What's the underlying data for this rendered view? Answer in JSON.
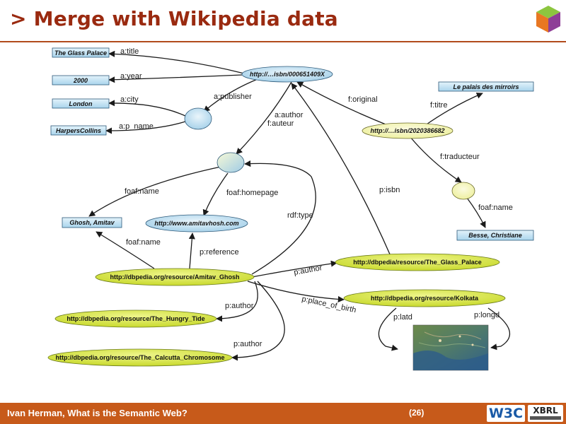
{
  "slide": {
    "title_prefix": ">",
    "title": "Merge with Wikipedia data",
    "footer_left": "Ivan Herman, What is the Semantic Web?",
    "page_number": "(26)",
    "w3c_logo_text": "W3C",
    "xbrl_logo_text": "XBRL"
  },
  "colors": {
    "title": "#9a2a10",
    "footer_bar": "#c75a1a",
    "literal_fill": "#bfe0f2",
    "blank_node": "#cfe6f5",
    "dbpedia_node": "#d8e84a"
  },
  "literals": {
    "glass_palace": "The Glass Palace",
    "year": "2000",
    "london": "London",
    "harpercollins": "HarpersCollins",
    "palais": "Le palais des mirroirs",
    "ghosh": "Ghosh, Amitav",
    "besse": "Besse, Christiane"
  },
  "uris": {
    "isbn_en": "http://…isbn/000651409X",
    "isbn_fr": "http://…isbn/2020386682",
    "homepage": "http://www.amitavhosh.com",
    "amitav": "http://dbpedia.org/resource/Amitav_Ghosh",
    "glass_palace": "http://dbpedia/resource/The_Glass_Palace",
    "kolkata": "http://dbpedia.org/resource/Kolkata",
    "hungry_tide": "http://dbpedia.org/resource/The_Hungry_Tide",
    "calcutta": "http://dbpedia.org/resource/The_Calcutta_Chromosome"
  },
  "edges": {
    "title": "a:title",
    "year": "a:year",
    "city": "a:city",
    "p_name": "a:p_name",
    "publisher": "a:publisher",
    "author_en": "a:author",
    "auteur_fr": "f:auteur",
    "original": "f:original",
    "titre": "f:titre",
    "traducteur": "f:traducteur",
    "foaf_name_fr": "foaf:name",
    "foaf_name_author": "foaf:name",
    "foaf_homepage": "foaf:homepage",
    "rdf_type": "rdf:type",
    "p_isbn": "p:isbn",
    "foaf_name_dbp": "foaf:name",
    "p_reference": "p:reference",
    "p_author_glass": "p:author",
    "p_place_of_birth": "p:place_of_birth",
    "p_author_hungry": "p:author",
    "p_author_calcutta": "p:author",
    "p_latd": "p:latd",
    "p_longd": "p:longd"
  },
  "map": {
    "image_description_icon": "satellite-map-image"
  }
}
